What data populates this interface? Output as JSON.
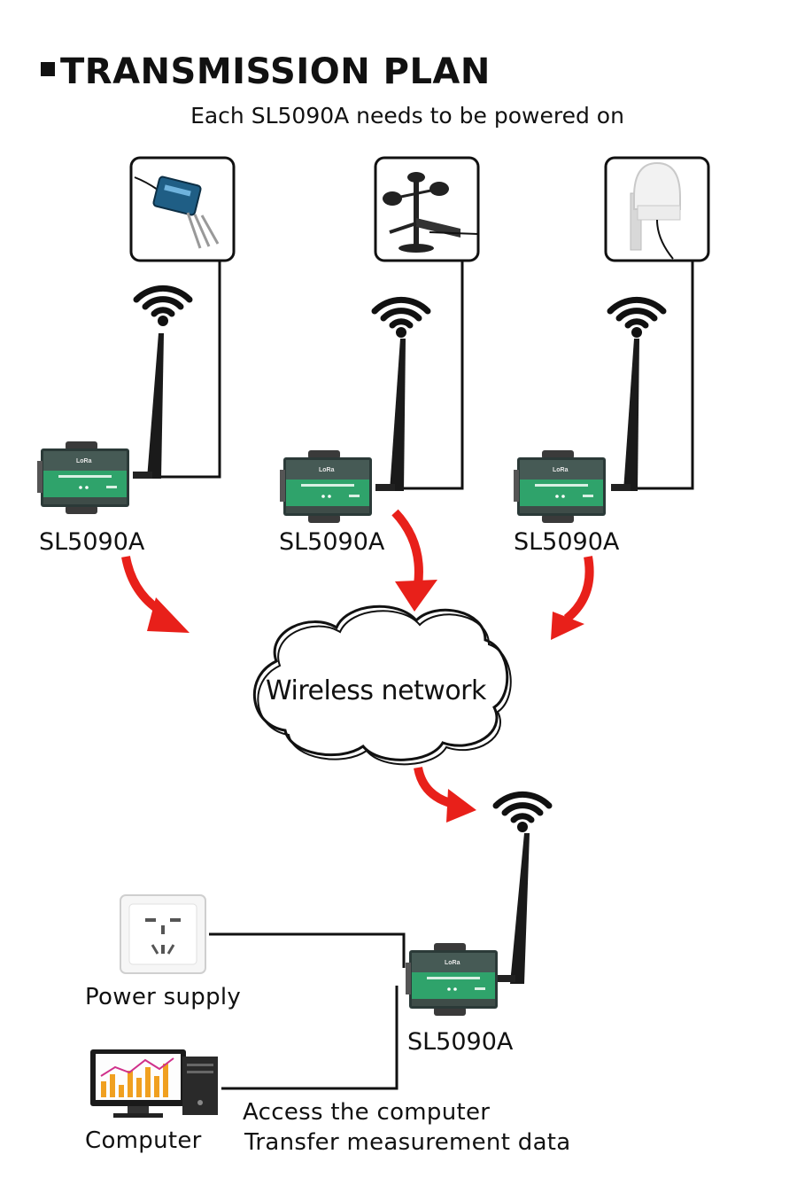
{
  "header": {
    "title": "TRANSMISSION PLAN",
    "subtitle": "Each SL5090A needs to be powered on"
  },
  "nodes": [
    {
      "label": "SL5090A",
      "sensor": "soil-sensor"
    },
    {
      "label": "SL5090A",
      "sensor": "anemometer"
    },
    {
      "label": "SL5090A",
      "sensor": "light-sensor"
    }
  ],
  "cloud": {
    "label": "Wireless network"
  },
  "receiver": {
    "label": "SL5090A"
  },
  "power": {
    "label": "Power supply"
  },
  "computer": {
    "label": "Computer"
  },
  "computer_link": {
    "line1": "Access the computer",
    "line2": "Transfer measurement data"
  },
  "colors": {
    "arrow": "#e8201a",
    "device_body": "#3f5a52",
    "device_green": "#2fa36b",
    "line": "#111111"
  }
}
